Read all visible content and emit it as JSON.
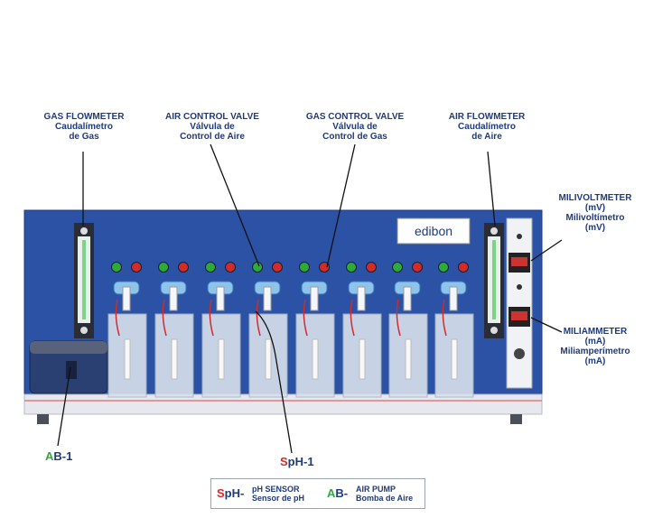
{
  "labels": {
    "gas_flowmeter": [
      "GAS FLOWMETER",
      "Caudalímetro",
      "de Gas"
    ],
    "air_control_valve": [
      "AIR CONTROL VALVE",
      "Válvula de",
      "Control de Aire"
    ],
    "gas_control_valve": [
      "GAS CONTROL VALVE",
      "Válvula de",
      "Control de Gas"
    ],
    "air_flowmeter": [
      "AIR FLOWMETER",
      "Caudalímetro",
      "de Aire"
    ],
    "milivoltmeter": [
      "MILIVOLTMETER",
      "(mV)",
      "Milivoltímetro",
      "(mV)"
    ],
    "miliammeter": [
      "MILIAMMETER",
      "(mA)",
      "Miliamperímetro",
      "(mA)"
    ]
  },
  "tags": {
    "air_pump": {
      "prefix": "A",
      "suffix": "B-1"
    },
    "ph_sensor": {
      "prefix": "S",
      "suffix": "pH-1"
    }
  },
  "logo": "edibon",
  "legend": {
    "ph": {
      "key_prefix": "S",
      "key_suffix": "pH-",
      "line1": "pH SENSOR",
      "line2": "Sensor de pH"
    },
    "ab": {
      "key_prefix": "A",
      "key_suffix": "B-",
      "line1": "AIR PUMP",
      "line2": "Bomba de Aire"
    }
  },
  "colors": {
    "panel": "#2c52a6",
    "label": "#1f3a7a",
    "green": "#2eaa3a",
    "red": "#d42a2a"
  }
}
